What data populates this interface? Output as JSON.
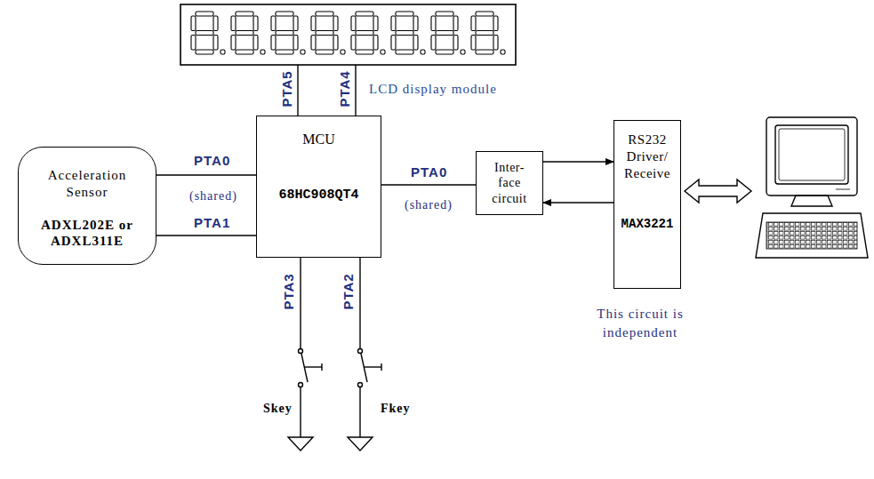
{
  "diagram": {
    "nodes": [
      {
        "text": [
          "Acceleration Sensor",
          "ADXL202E or ADXL311E"
        ]
      },
      {
        "text": [
          "MCU",
          "68HC908QT4"
        ]
      },
      {
        "text": [
          "LCD display module"
        ]
      },
      {
        "text": [
          "Inter- face circuit"
        ]
      },
      {
        "text": [
          "RS232 Driver/ Receive",
          "MAX3221"
        ]
      }
    ],
    "edges": [
      {
        "from": 0,
        "to": 1,
        "arrow": "none",
        "label": "PTA0"
      },
      {
        "from": 0,
        "to": 1,
        "arrow": "none",
        "label": "PTA1"
      },
      {
        "from": 2,
        "to": 1,
        "arrow": "none",
        "label": "PTA5"
      },
      {
        "from": 2,
        "to": 1,
        "arrow": "none",
        "label": "PTA4"
      },
      {
        "from": 1,
        "to": 3,
        "arrow": "none",
        "label": "PTA0"
      },
      {
        "from": 3,
        "to": 4,
        "arrow": "to"
      },
      {
        "from": 4,
        "to": 3,
        "arrow": "to"
      }
    ],
    "labels": [
      "(shared)",
      "(shared)",
      "PTA3",
      "PTA2",
      "Skey",
      "Fkey",
      "This circuit is independent"
    ]
  }
}
